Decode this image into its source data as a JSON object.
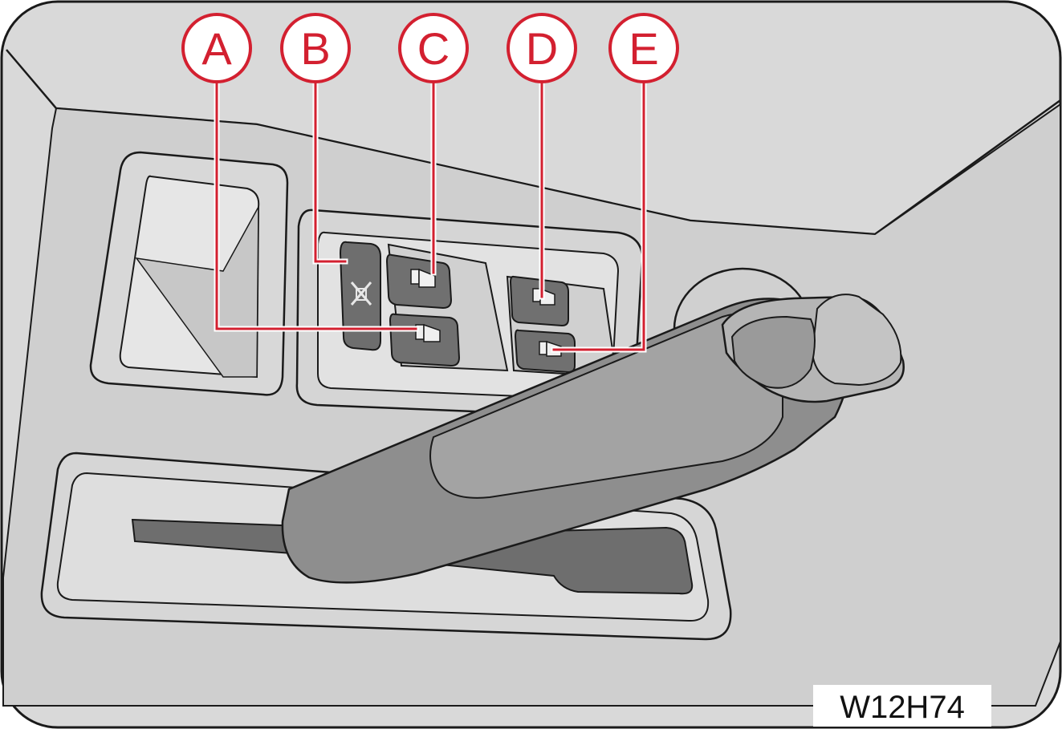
{
  "figure_code": "W12H74",
  "callouts": [
    {
      "letter": "A",
      "target": "rear-left-window-switch"
    },
    {
      "letter": "B",
      "target": "window-lock-switch"
    },
    {
      "letter": "C",
      "target": "front-left-window-switch"
    },
    {
      "letter": "D",
      "target": "front-right-window-switch"
    },
    {
      "letter": "E",
      "target": "rear-right-window-switch"
    }
  ],
  "colors": {
    "callout": "#d32030",
    "panel": "#d8d8d8",
    "switch": "#6a6a6a",
    "lever": "#8f8f8f"
  }
}
